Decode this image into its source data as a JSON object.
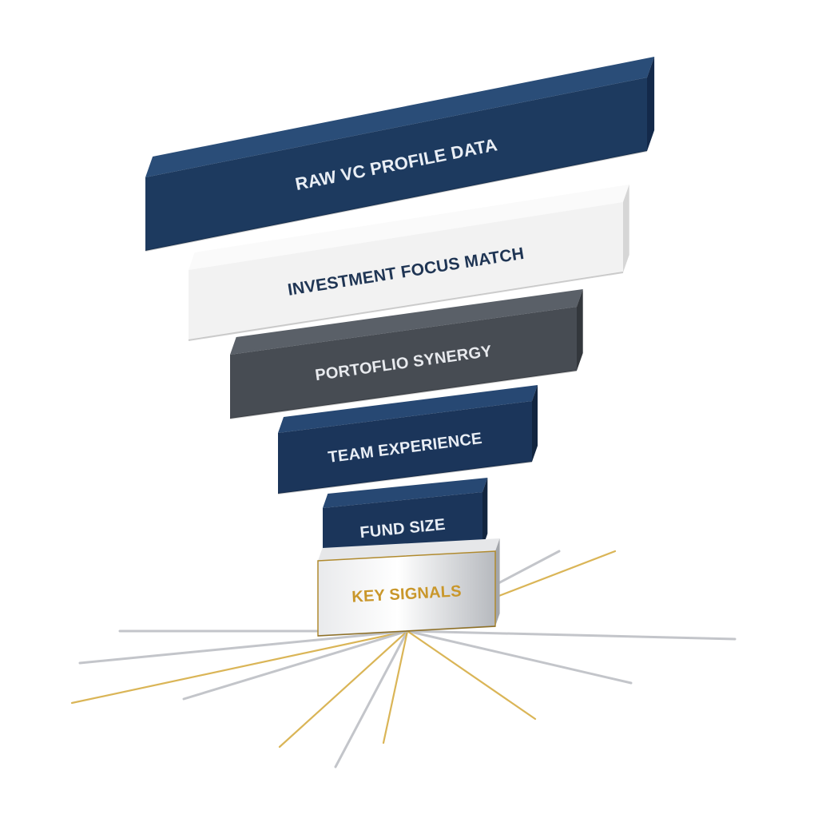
{
  "funnel": {
    "layers": [
      {
        "label": "RAW VC PROFILE DATA",
        "face_color": "#1d3a5f",
        "top_color": "#2a4d78",
        "side_color": "#13294a",
        "text_color": "#e9eef5"
      },
      {
        "label": "INVESTMENT FOCUS MATCH",
        "face_color": "#f2f2f2",
        "top_color": "#fafafa",
        "side_color": "#d6d6d6",
        "text_color": "#1f3554"
      },
      {
        "label": "PORTOFLIO SYNERGY",
        "face_color": "#474c53",
        "top_color": "#5a6068",
        "side_color": "#33373c",
        "text_color": "#e8eaee"
      },
      {
        "label": "TEAM EXPERIENCE",
        "face_color": "#1b355a",
        "top_color": "#274873",
        "side_color": "#12253f",
        "text_color": "#e9eef5"
      },
      {
        "label": "FUND SIZE",
        "face_color": "#1b355a",
        "top_color": "#274873",
        "side_color": "#12253f",
        "text_color": "#e9eef5"
      },
      {
        "label": "KEY SIGNALS",
        "face_color": "#c9cbcf",
        "top_color": "#e6e7e9",
        "side_color": "#a3a6ab",
        "text_color": "#c9972b"
      }
    ]
  },
  "colors": {
    "ray_gold": "#d4a93a",
    "ray_silver": "#b9bcc1"
  }
}
